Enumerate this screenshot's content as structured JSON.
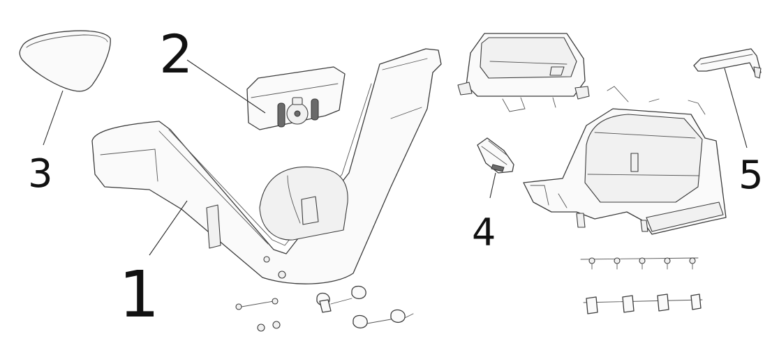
{
  "callouts": {
    "c1": "1",
    "c2": "2",
    "c3": "3",
    "c4": "4",
    "c5": "5"
  },
  "colors": {
    "line": "#3a3a3a",
    "fill": "#fafafa",
    "text": "#111111"
  }
}
